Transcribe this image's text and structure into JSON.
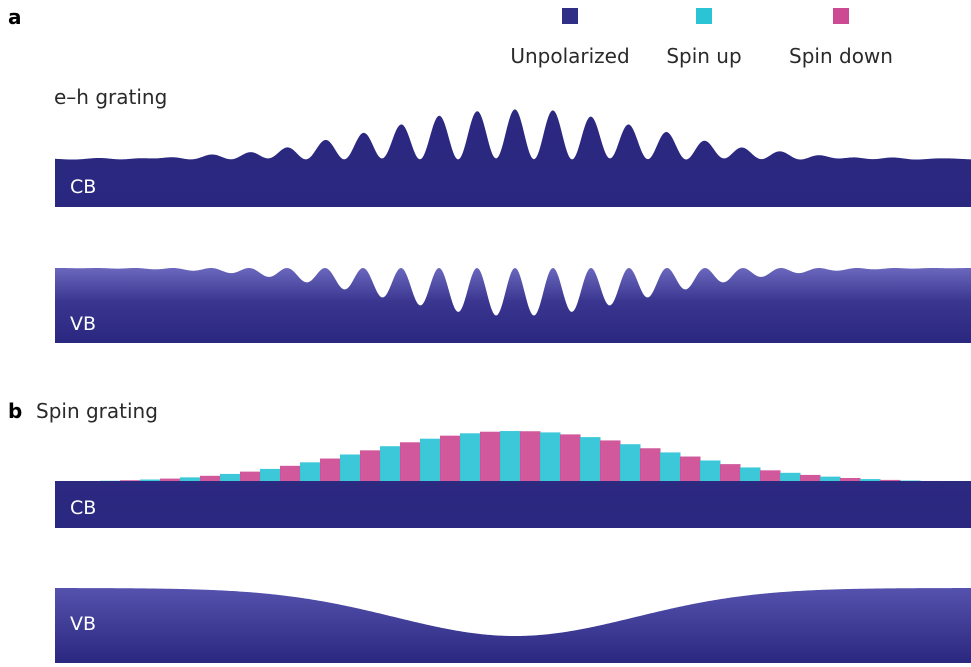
{
  "legend": {
    "items": [
      {
        "label": "Unpolarized",
        "color": "#2f2f88"
      },
      {
        "label": "Spin up",
        "color": "#2bc3d6"
      },
      {
        "label": "Spin down",
        "color": "#cc4a92"
      }
    ]
  },
  "panel_a": {
    "letter": "a",
    "title": "e–h grating",
    "cb_label": "CB",
    "vb_label": "VB"
  },
  "panel_b": {
    "letter": "b",
    "title": "Spin grating",
    "cb_label": "CB",
    "vb_label": "VB"
  },
  "colors": {
    "band_dark": "#2d2a82",
    "band_light": "#5c58b0",
    "spin_up": "#2bc3d6",
    "spin_down": "#cc4a92"
  }
}
